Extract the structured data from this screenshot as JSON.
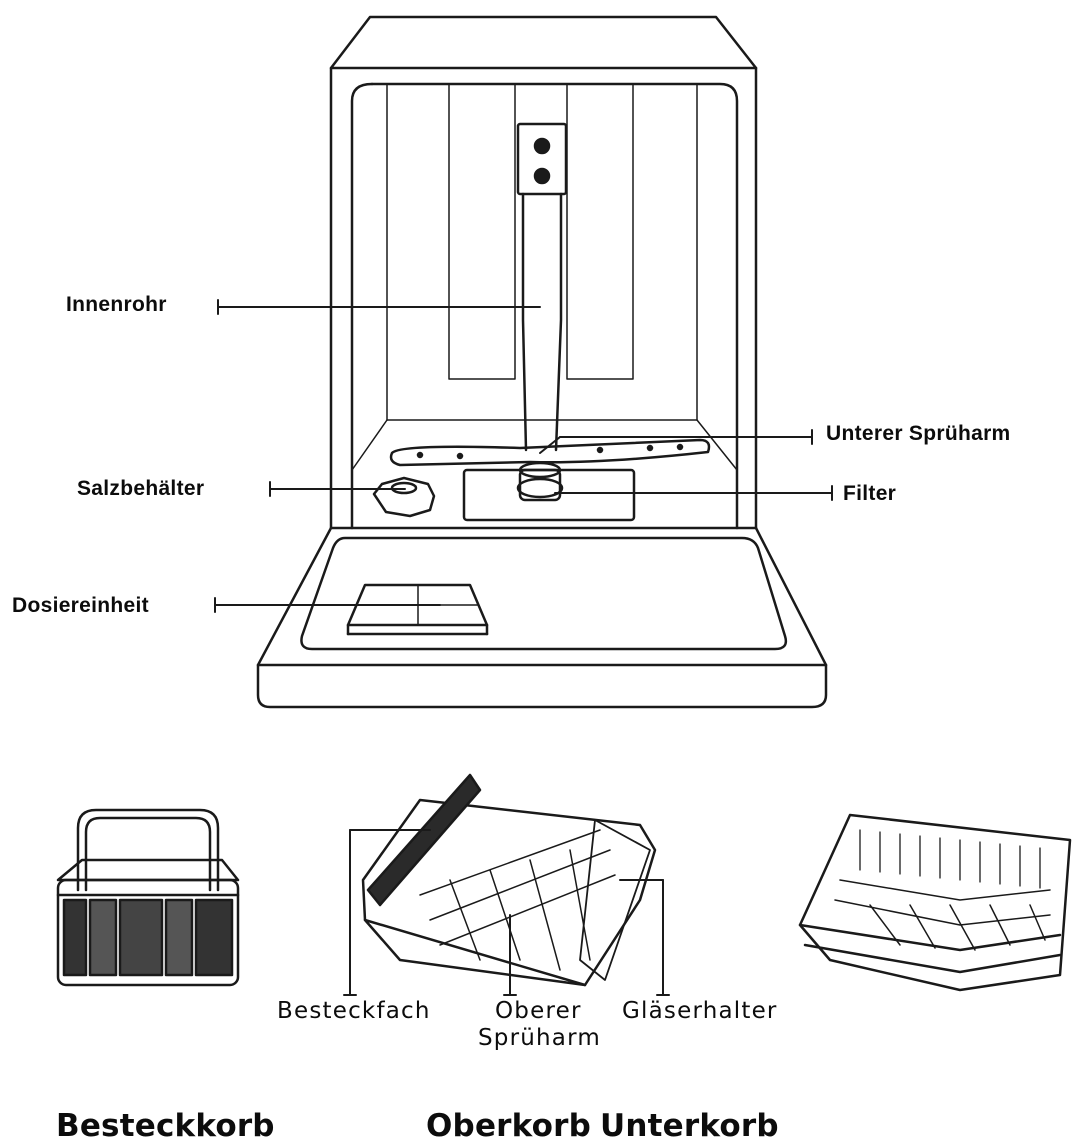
{
  "labels": {
    "innenrohr": "Innenrohr",
    "unterer_spruharm": "Unterer Sprüharm",
    "salzbehalter": "Salzbehälter",
    "filter": "Filter",
    "dosiereinheit": "Dosiereinheit",
    "besteckfach": "Besteckfach",
    "oberer_spruharm_1": "Oberer",
    "oberer_spruharm_2": "Sprüharm",
    "glaserhalter": "Gläserhalter"
  },
  "titles": {
    "besteckkorb": "Besteckkorb",
    "oberkorb": "Oberkorb",
    "unterkorb": "Unterkorb"
  }
}
